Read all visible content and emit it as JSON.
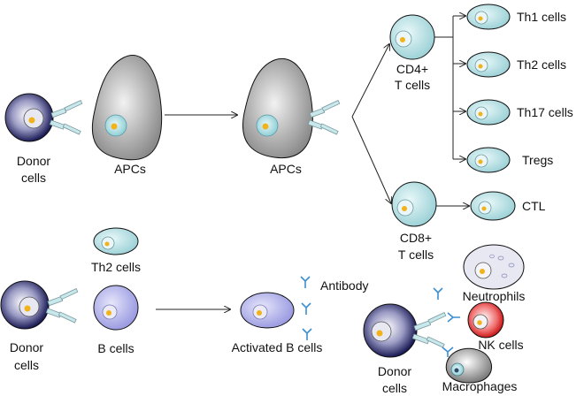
{
  "labels": {
    "donor_top_1": "Donor",
    "donor_top_2": "cells",
    "apcs_1": "APCs",
    "apcs_2": "APCs",
    "cd4_1": "CD4+",
    "cd4_2": "T cells",
    "cd8_1": "CD8+",
    "cd8_2": "T cells",
    "th1": "Th1 cells",
    "th2": "Th2 cells",
    "th17": "Th17 cells",
    "tregs": "Tregs",
    "ctl": "CTL",
    "th2_bottom": "Th2 cells",
    "donor_bl_1": "Donor",
    "donor_bl_2": "cells",
    "b_cells": "B cells",
    "activated_b": "Activated B cells",
    "antibody": "Antibody",
    "donor_br_1": "Donor",
    "donor_br_2": "cells",
    "neutrophils": "Neutrophils",
    "nk": "NK cells",
    "macrophages": "Macrophages"
  },
  "colors": {
    "donor_outer": "#1f1f5c",
    "donor_mid": "#8a8ab8",
    "t_cell_fill": "#bfe6e8",
    "apc_fill": "#bdbdbd",
    "b_cell_fill": "#b7b7ea",
    "receptor_fill": "#c9e8ec",
    "antibody": "#3b8fd1",
    "nk_fill": "#e01a1a",
    "nucleus_dot": "#f2b21a"
  }
}
